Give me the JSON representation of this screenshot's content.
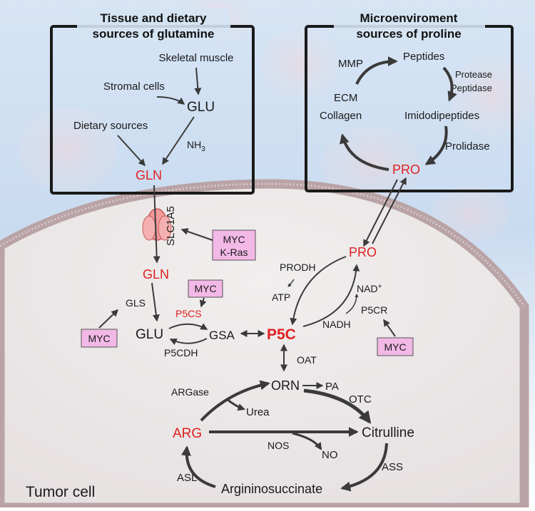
{
  "boxes": {
    "glutamine_title_1": "Tissue and dietary",
    "glutamine_title_2": "sources of glutamine",
    "proline_title_1": "Microenviroment",
    "proline_title_2": "sources of proline"
  },
  "glutamine_box": {
    "skeletal_muscle": "Skeletal muscle",
    "stromal_cells": "Stromal cells",
    "glu": "GLU",
    "dietary_sources": "Dietary sources",
    "nh3": "NH",
    "nh3_sub": "3",
    "gln": "GLN"
  },
  "proline_box": {
    "mmp": "MMP",
    "peptides": "Peptides",
    "protease": "Protease",
    "peptidase": "Peptidase",
    "ecm": "ECM",
    "collagen": "Collagen",
    "imidodipeptides": "Imidodipeptides",
    "prolidase": "Prolidase",
    "pro": "PRO"
  },
  "transporter": {
    "label": "SLC1A5"
  },
  "regulators": {
    "myc_kras_1": "MYC",
    "myc_kras_2": "K-Ras",
    "myc_p5cs": "MYC",
    "myc_gls": "MYC",
    "myc_p5cr": "MYC"
  },
  "cell": {
    "gln": "GLN",
    "pro": "PRO",
    "prodh": "PRODH",
    "atp": "ATP",
    "nad": "NAD",
    "nad_sup": "+",
    "p5cr": "P5CR",
    "nadh": "NADH",
    "gls": "GLS",
    "p5cs": "P5CS",
    "glu": "GLU",
    "gsa": "GSA",
    "p5c": "P5C",
    "p5cdh": "P5CDH",
    "oat": "OAT",
    "orn": "ORN",
    "pa": "PA",
    "argase": "ARGase",
    "otc": "OTC",
    "urea": "Urea",
    "arg": "ARG",
    "citrulline": "Citrulline",
    "nos": "NOS",
    "no": "NO",
    "asl": "ASL",
    "ass": "ASS",
    "argininosuccinate": "Argininosuccinate",
    "tumor_cell": "Tumor cell"
  },
  "colors": {
    "red": "#e02020",
    "pink_box": "#f2b8e6",
    "membrane": "#b9a3a6",
    "arrow": "#3a3a3a",
    "sky": "#c7daf0"
  }
}
